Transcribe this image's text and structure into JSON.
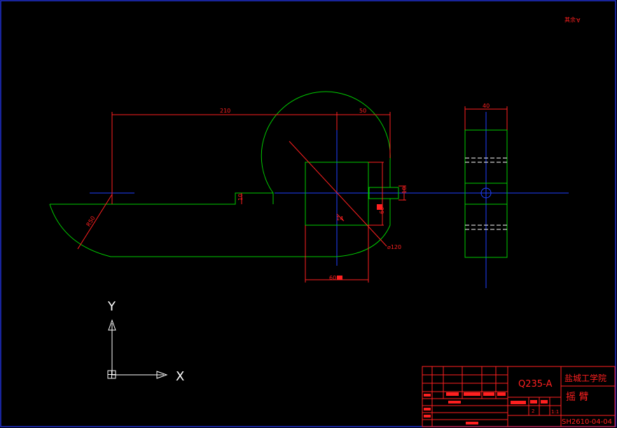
{
  "drawing": {
    "colors": {
      "background": "#000000",
      "outline": "#00cc00",
      "dimension": "#ff2020",
      "centerline": "#2040ff",
      "frame": "#2030d0",
      "ucs": "#ffffff"
    },
    "dimensions": {
      "d210": "210",
      "d50": "50",
      "d40": "40",
      "r50": "R50",
      "d10_left": "10",
      "d10_right": "10",
      "d60_v": "60",
      "d60_h": "60",
      "d14": "14",
      "phi120": "⌀120"
    },
    "surface_finish": {
      "label": "其余",
      "symbol": "∀"
    },
    "ucs": {
      "y_label": "Y",
      "x_label": "X"
    },
    "title_block": {
      "material": "Q235-A",
      "school": "盐城工学院",
      "part_name": "摇  臂",
      "drawing_number": "SH2610-04-04",
      "scale": "1:1",
      "quantity": "2"
    }
  }
}
